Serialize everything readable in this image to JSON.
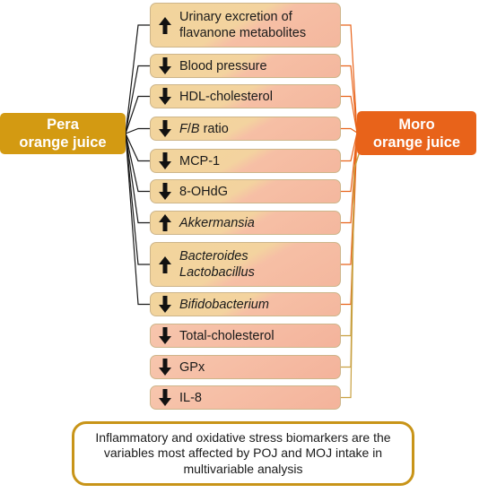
{
  "pera_label": [
    "Pera",
    "orange juice"
  ],
  "moro_label": [
    "Moro",
    "orange juice"
  ],
  "colors": {
    "pera": "#d39a12",
    "moro": "#e8631a",
    "line_pera": "#1a1a1a",
    "line_moro": "#e8631a",
    "line_moro_lower": "#c8a040",
    "frame": "#c89418"
  },
  "rows": [
    {
      "direction": "up",
      "lines": [
        "Urinary excretion of",
        "flavanone metabolites"
      ],
      "group": "both"
    },
    {
      "direction": "down",
      "lines": [
        "Blood pressure"
      ],
      "group": "both"
    },
    {
      "direction": "down",
      "lines": [
        "HDL-cholesterol"
      ],
      "group": "both"
    },
    {
      "direction": "down",
      "lines": [
        "F/B ratio"
      ],
      "group": "both"
    },
    {
      "direction": "down",
      "lines": [
        "MCP-1"
      ],
      "group": "both"
    },
    {
      "direction": "down",
      "lines": [
        "8-OHdG"
      ],
      "group": "both"
    },
    {
      "direction": "up",
      "lines": [
        "Akkermansia"
      ],
      "group": "both"
    },
    {
      "direction": "up",
      "lines": [
        "Bacteroides",
        "Lactobacillus"
      ],
      "group": "both"
    },
    {
      "direction": "down",
      "lines": [
        "Bifidobacterium"
      ],
      "group": "both"
    },
    {
      "direction": "down",
      "lines": [
        "Total-cholesterol"
      ],
      "group": "moro"
    },
    {
      "direction": "down",
      "lines": [
        "GPx"
      ],
      "group": "moro"
    },
    {
      "direction": "down",
      "lines": [
        "IL-8"
      ],
      "group": "moro"
    }
  ],
  "summary": "Inflammatory and oxidative stress biomarkers are the variables most affected by POJ and MOJ intake in multivariable analysis"
}
